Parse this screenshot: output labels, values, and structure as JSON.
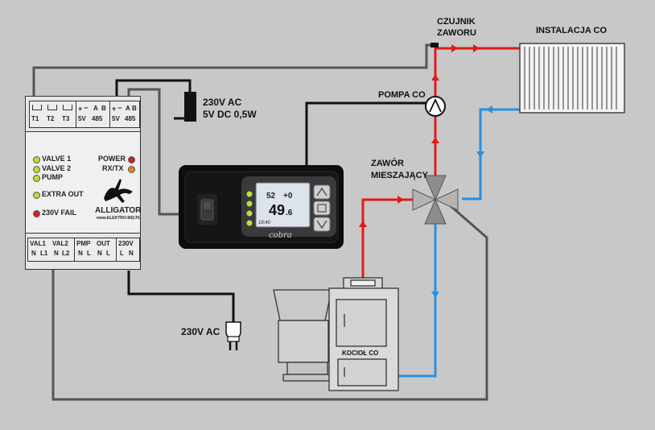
{
  "colors": {
    "background": "#c8c8c8",
    "hot_pipe": "#e01b1b",
    "cold_pipe": "#2a8fe0",
    "wire": "#111111",
    "gray_wire": "#555555",
    "led_yellow": "#c8d82a",
    "led_red": "#d42020",
    "led_orange": "#e08a10"
  },
  "labels": {
    "sensor": "CZUJNIK\nZAWORU",
    "installation": "INSTALACJA CO",
    "pump": "POMPA CO",
    "mixing_valve": "ZAWÓR\nMIESZAJĄCY",
    "boiler": "KOCIOŁ CO",
    "supply_top": "230V AC\n5V DC 0,5W",
    "plug_label": "230V AC"
  },
  "module": {
    "top_terminals": [
      "T1",
      "T2",
      "T3",
      "5V",
      "485",
      "5V",
      "485"
    ],
    "top_signs": [
      "+",
      "−",
      "A",
      "B",
      "+",
      "−",
      "A",
      "B"
    ],
    "leds_left": [
      {
        "label": "VALVE 1",
        "color": "yellow"
      },
      {
        "label": "VALVE 2",
        "color": "yellow"
      },
      {
        "label": "PUMP",
        "color": "yellow"
      },
      {
        "label": "EXTRA OUT",
        "color": "yellow"
      },
      {
        "label": "230V FAIL",
        "color": "red"
      }
    ],
    "leds_right": [
      {
        "label": "POWER",
        "color": "red"
      },
      {
        "label": "RX/TX",
        "color": "orange"
      }
    ],
    "brand": "ALLIGATOR",
    "website": "www.ELEKTRO-MIZ.PL",
    "bottom_groups": [
      "VAL1",
      "VAL2",
      "PMP",
      "OUT",
      "230V"
    ],
    "bottom_terms": [
      "N",
      "L1",
      "N",
      "L2",
      "N",
      "L",
      "N",
      "L",
      "L",
      "N"
    ]
  },
  "controller": {
    "temp_main": "49",
    "temp_decimal": ".6",
    "val_a": "52",
    "val_b": "+0",
    "small_readout": "19:40",
    "brand": "cobra"
  }
}
